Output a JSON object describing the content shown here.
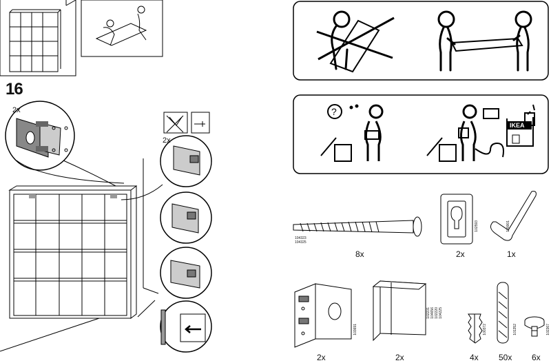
{
  "left_page": {
    "step_number": "16",
    "detail_qty": "2x",
    "side_detail_qty": "2x"
  },
  "right_page": {
    "brand_sign": "IKEA",
    "parts": [
      {
        "id": "screw",
        "qty": "8x",
        "part_numbers": [
          "104323",
          "104325"
        ]
      },
      {
        "id": "wall-plate",
        "qty": "2x",
        "part_numbers": [
          "102593"
        ]
      },
      {
        "id": "allen-key",
        "qty": "1x",
        "part_numbers": [
          "100001"
        ]
      },
      {
        "id": "angle-bracket",
        "qty": "2x",
        "part_numbers": [
          "103691"
        ]
      },
      {
        "id": "corner-guard",
        "qty": "2x",
        "part_numbers": [
          "102231",
          "104656",
          "102220",
          "104225"
        ]
      },
      {
        "id": "plug",
        "qty": "4x",
        "part_numbers": [
          "100372"
        ]
      },
      {
        "id": "dowel",
        "qty": "50x",
        "part_numbers": [
          "101352"
        ]
      },
      {
        "id": "glide",
        "qty": "6x",
        "part_numbers": [
          "102367"
        ]
      }
    ]
  }
}
